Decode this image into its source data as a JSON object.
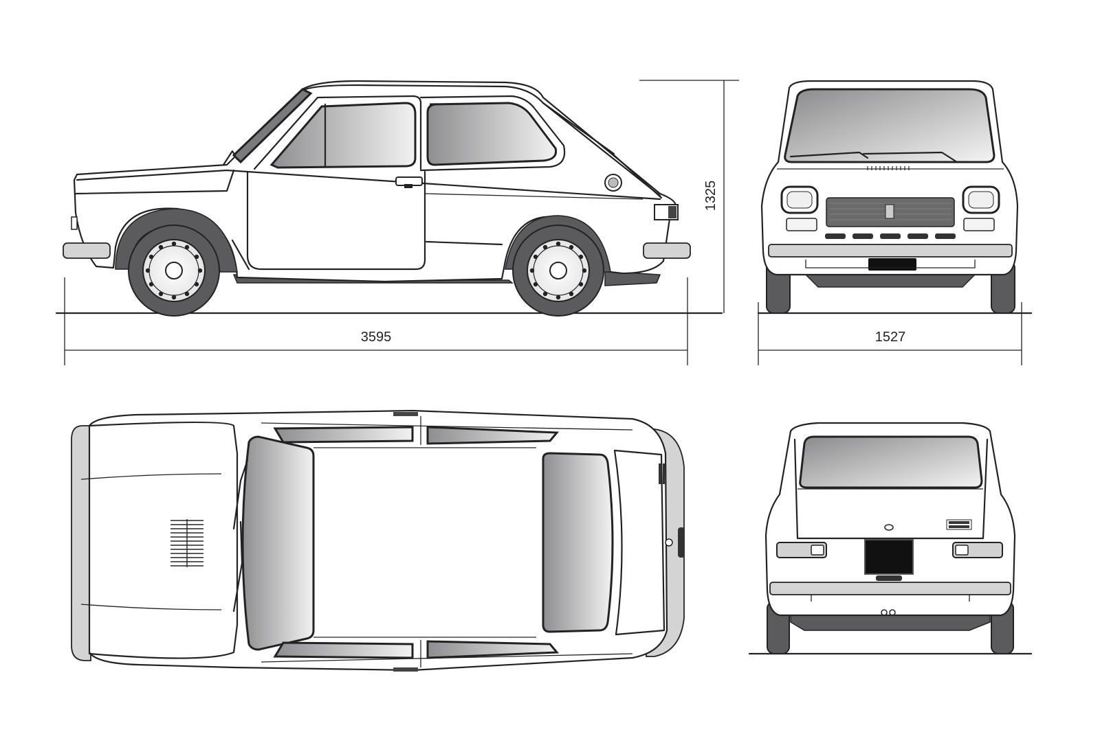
{
  "dimensions": {
    "length": "3595",
    "height": "1325",
    "width": "1527"
  },
  "colors": {
    "line": "#222222",
    "tire": "#5b5b5d",
    "glass_dark": "#8e8e90",
    "glass_light": "#f2f2f2",
    "background": "#ffffff"
  },
  "views": [
    "side-view",
    "front-view",
    "top-view",
    "rear-view"
  ]
}
